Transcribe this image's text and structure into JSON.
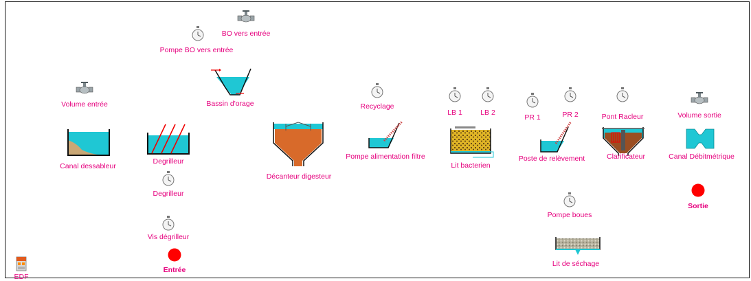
{
  "colors": {
    "label": "#e6007e",
    "water": "#1fc7d4",
    "sludge": "#d86a2a",
    "alarm": "#ff0000"
  },
  "labels": {
    "bo_vers_entree": "BO vers entrée",
    "pompe_bo_vers_entree": "Pompe BO vers entrée",
    "volume_entree": "Volume entrée",
    "bassin_orage": "Bassin d'orage",
    "canal_dessableur": "Canal dessableur",
    "degrilleur_tank": "Degrilleur",
    "degrilleur_motor": "Degrilleur",
    "vis_degrilleur": "Vis dégrilleur",
    "entree": "Entrée",
    "edf": "EDF",
    "decanteur_digesteur": "Décanteur digesteur",
    "recyclage": "Recyclage",
    "pompe_alimentation_filtre": "Pompe alimentation filtre",
    "lb1": "LB 1",
    "lb2": "LB 2",
    "lit_bacterien": "Lit bacterien",
    "pr1": "PR 1",
    "pr2": "PR 2",
    "poste_relevement": "Poste de relèvement",
    "pont_racleur": "Pont Racleur",
    "clarificateur": "Clarificateur",
    "volume_sortie": "Volume sortie",
    "canal_debitmetrique": "Canal Débitmétrique",
    "sortie": "Sortie",
    "pompe_boues": "Pompe boues",
    "lit_sechage": "Lit de séchage"
  },
  "icons": {
    "pump": "stopwatch-pump-icon",
    "valve": "valve-icon",
    "alarm": "alarm-light-icon",
    "power": "power-cabinet-icon"
  }
}
